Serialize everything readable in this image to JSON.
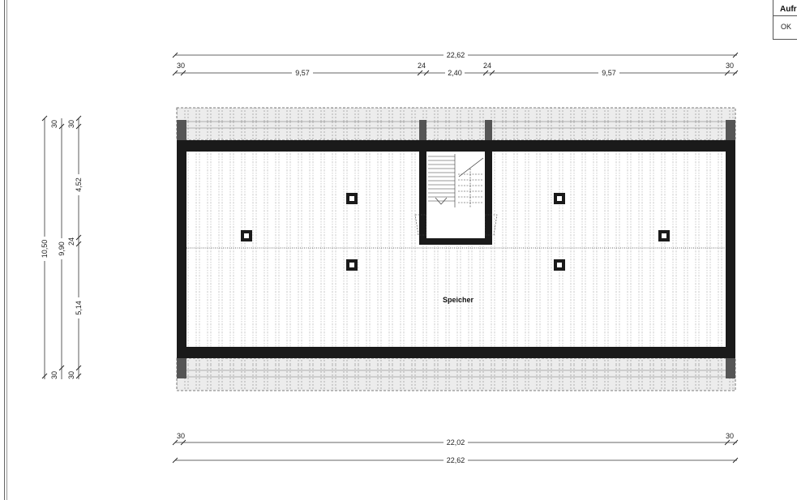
{
  "legend": {
    "header": "Aufr",
    "value": "OK"
  },
  "room": {
    "label": "Speicher"
  },
  "dimensions": {
    "top_total": "22,62",
    "top_seg_left_wall": "30",
    "top_seg_left": "9,57",
    "top_seg_mid_wall_l": "24",
    "top_seg_mid": "2,40",
    "top_seg_mid_wall_r": "24",
    "top_seg_right": "9,57",
    "top_seg_right_wall": "30",
    "left_total": "10,50",
    "left_inner": "9,90",
    "left_top_wall": "30",
    "left_top_wall_b": "30",
    "left_upper": "4,52",
    "left_mid_wall": "24",
    "left_lower": "5,14",
    "left_bot_wall": "30",
    "left_bot_wall_b": "30",
    "bottom_left_wall": "30",
    "bottom_right_wall": "30",
    "bottom_inner": "22,02",
    "bottom_total": "22,62"
  },
  "colors": {
    "wall": "#1a1a1a",
    "roof_hatch": "#e8e8e8",
    "rafter": "#9a9a9a"
  }
}
